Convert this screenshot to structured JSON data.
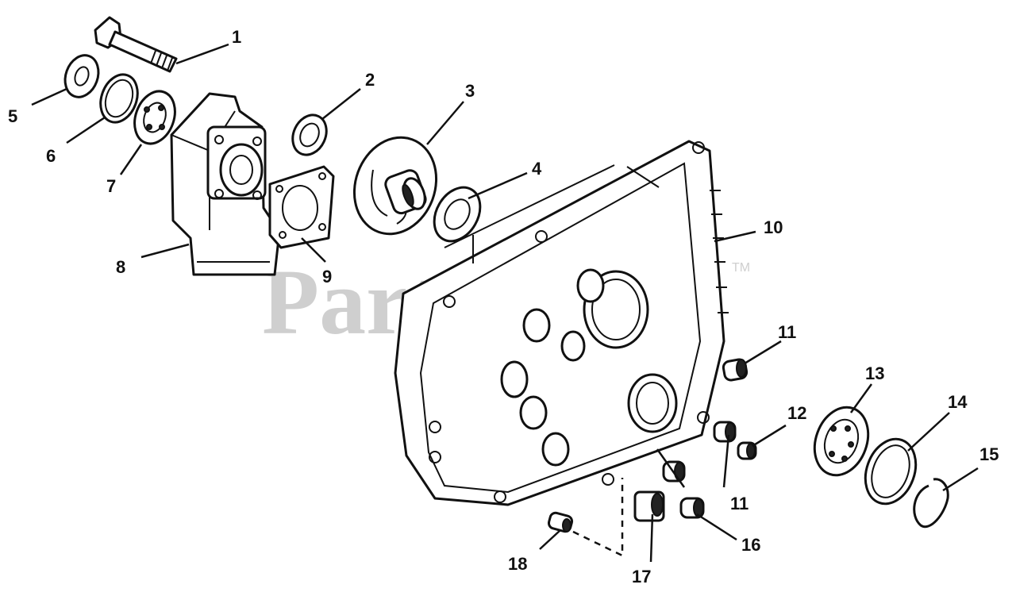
{
  "watermark": {
    "brand": "PartsTree",
    "trademark": "TM"
  },
  "callouts": {
    "c1": "1",
    "c2": "2",
    "c3": "3",
    "c4": "4",
    "c5": "5",
    "c6": "6",
    "c7": "7",
    "c8": "8",
    "c9": "9",
    "c10": "10",
    "c11a": "11",
    "c11b": "11",
    "c12": "12",
    "c13": "13",
    "c14": "14",
    "c15": "15",
    "c16": "16",
    "c17": "17",
    "c18": "18"
  }
}
